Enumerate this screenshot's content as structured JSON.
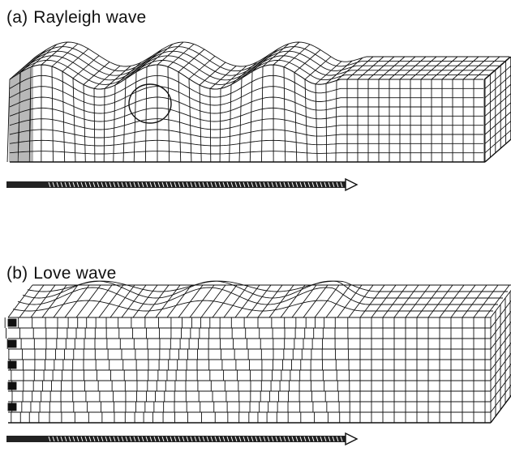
{
  "panels": [
    {
      "id": "a",
      "tag": "(a)",
      "label": "Rayleigh wave"
    },
    {
      "id": "b",
      "tag": "(b)",
      "label": "Love wave"
    }
  ],
  "colors": {
    "ink": "#111111",
    "paper": "#ffffff"
  },
  "waves": {
    "rayleigh": {
      "crests": 3,
      "motion": "vertical-elliptical"
    },
    "love": {
      "crests": 3,
      "motion": "horizontal-shear"
    }
  }
}
